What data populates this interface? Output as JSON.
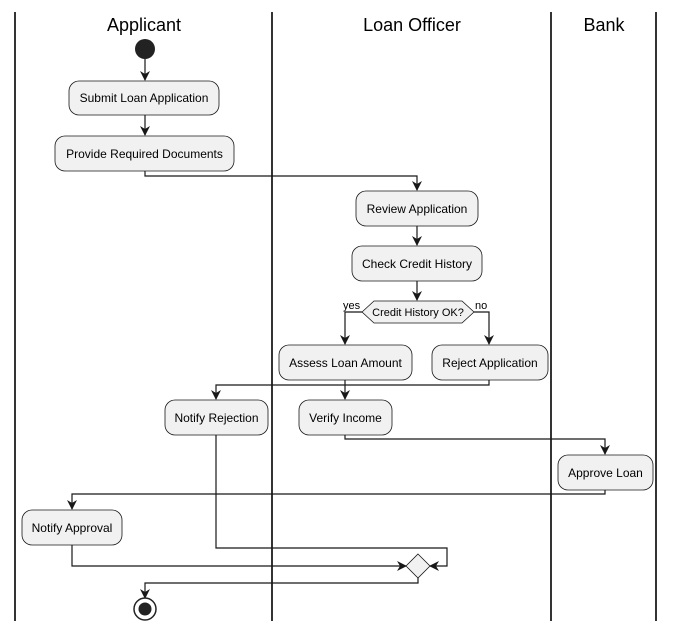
{
  "swimlanes": [
    {
      "id": "applicant",
      "title": "Applicant"
    },
    {
      "id": "officer",
      "title": "Loan Officer"
    },
    {
      "id": "bank",
      "title": "Bank"
    }
  ],
  "activities": {
    "submit": "Submit Loan Application",
    "provide_docs": "Provide Required Documents",
    "review": "Review Application",
    "check_credit": "Check Credit History",
    "assess": "Assess Loan Amount",
    "reject": "Reject Application",
    "notify_rejection": "Notify Rejection",
    "verify_income": "Verify Income",
    "approve": "Approve Loan",
    "notify_approval": "Notify Approval"
  },
  "decision": {
    "question": "Credit History OK?",
    "yes_label": "yes",
    "no_label": "no"
  },
  "colors": {
    "activity_fill": "#f1f1f1",
    "line": "#181818",
    "node": "#222222"
  }
}
